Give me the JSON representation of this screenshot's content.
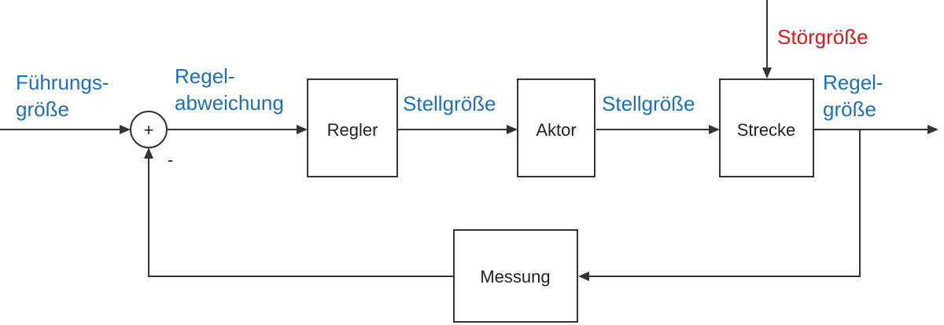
{
  "labels": {
    "reference_line1": "Führungs-",
    "reference_line2": "größe",
    "error_line1": "Regel-",
    "error_line2": "abweichung",
    "actuating_1": "Stellgröße",
    "actuating_2": "Stellgröße",
    "disturbance": "Störgröße",
    "output_line1": "Regel-",
    "output_line2": "größe"
  },
  "blocks": {
    "controller": "Regler",
    "actuator": "Aktor",
    "plant": "Strecke",
    "measurement": "Messung"
  },
  "summing_junction": {
    "plus": "+",
    "minus": "-"
  },
  "colors": {
    "signal_label": "#1f6fb5",
    "disturbance_label": "#e8141b",
    "lines": "#333333"
  }
}
